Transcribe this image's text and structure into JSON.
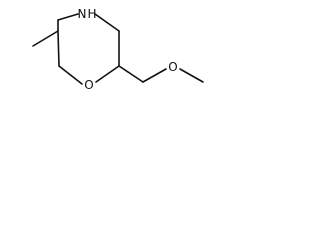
{
  "structure": {
    "atoms": {
      "ring_nitrogen": "N",
      "ring_nitrogen_hydrogen": "H",
      "ring_oxygen": "O",
      "ether_oxygen": "O"
    }
  },
  "colors": {
    "ink": "#111111",
    "background": "#ffffff"
  }
}
